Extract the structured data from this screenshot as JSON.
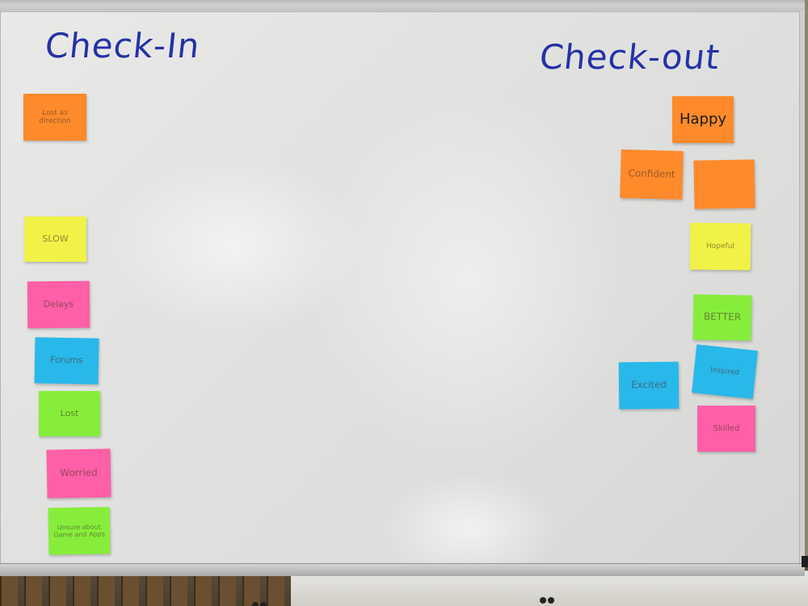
{
  "board": {
    "left_heading": "Check-In",
    "right_heading": "Check-out"
  },
  "check_in_notes": [
    {
      "text": "Lost as direction",
      "color": "#ff8a2b"
    },
    {
      "text": "SLOW",
      "color": "#f0f247"
    },
    {
      "text": "Delays",
      "color": "#ff5fa6"
    },
    {
      "text": "Forums",
      "color": "#29b8ea"
    },
    {
      "text": "Lost",
      "color": "#86ee3b"
    },
    {
      "text": "Worried",
      "color": "#ff5fa6"
    },
    {
      "text": "Unsure about Game and Apps",
      "color": "#86ee3b"
    }
  ],
  "check_out_notes": [
    {
      "text": "Happy",
      "color": "#ff8a2b"
    },
    {
      "text": "Confident",
      "color": "#ff8a2b"
    },
    {
      "text": "",
      "color": "#ff8a2b"
    },
    {
      "text": "Hopeful",
      "color": "#f0f247"
    },
    {
      "text": "BETTER",
      "color": "#86ee3b"
    },
    {
      "text": "Inspired",
      "color": "#29b8ea"
    },
    {
      "text": "Excited",
      "color": "#29b8ea"
    },
    {
      "text": "Skilled",
      "color": "#ff5fa6"
    }
  ]
}
